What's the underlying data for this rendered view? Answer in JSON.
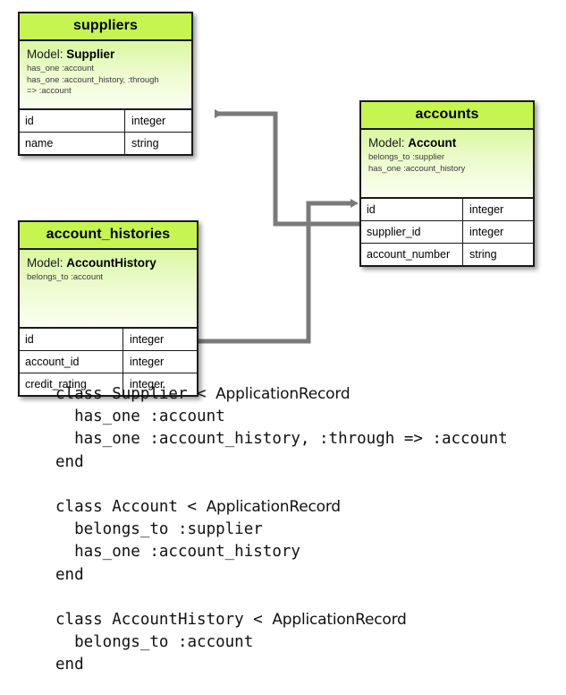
{
  "diagram": {
    "type": "entity-relationship-diagram",
    "colors": {
      "header_green": "#c6f450",
      "model_gradient_top": "#d9f7a0",
      "model_gradient_bottom": "#fbfff1",
      "border": "#1a1a1a",
      "connector": "#7a7a7a"
    },
    "tables": [
      {
        "name": "suppliers",
        "model_label": "Model:",
        "model_name": "Supplier",
        "associations": [
          "has_one :account",
          "has_one :account_history, :through",
          "=> :account"
        ],
        "fields": [
          {
            "name": "id",
            "type": "integer"
          },
          {
            "name": "name",
            "type": "string"
          }
        ]
      },
      {
        "name": "accounts",
        "model_label": "Model:",
        "model_name": "Account",
        "associations": [
          "belongs_to :supplier",
          "has_one :account_history"
        ],
        "fields": [
          {
            "name": "id",
            "type": "integer"
          },
          {
            "name": "supplier_id",
            "type": "integer"
          },
          {
            "name": "account_number",
            "type": "string"
          }
        ]
      },
      {
        "name": "account_histories",
        "model_label": "Model:",
        "model_name": "AccountHistory",
        "associations": [
          "belongs_to :account"
        ],
        "fields": [
          {
            "name": "id",
            "type": "integer"
          },
          {
            "name": "account_id",
            "type": "integer"
          },
          {
            "name": "credit_rating",
            "type": "integer"
          }
        ]
      }
    ],
    "relationships": [
      {
        "from": "accounts.supplier_id",
        "to": "suppliers.id",
        "arrow": "to-suppliers"
      },
      {
        "from": "account_histories.account_id",
        "to": "accounts.id",
        "arrow": "to-accounts"
      }
    ]
  },
  "code": {
    "language": "ruby",
    "superclass": "ApplicationRecord",
    "lines": [
      [
        {
          "t": "class Supplier < "
        },
        {
          "t": "ApplicationRecord",
          "cls": "klass"
        }
      ],
      [
        {
          "t": "  has_one :account"
        }
      ],
      [
        {
          "t": "  has_one :account_history, :through => :account"
        }
      ],
      [
        {
          "t": "end"
        }
      ],
      [
        {
          "t": ""
        }
      ],
      [
        {
          "t": "class Account < "
        },
        {
          "t": "ApplicationRecord",
          "cls": "klass"
        }
      ],
      [
        {
          "t": "  belongs_to :supplier"
        }
      ],
      [
        {
          "t": "  has_one :account_history"
        }
      ],
      [
        {
          "t": "end"
        }
      ],
      [
        {
          "t": ""
        }
      ],
      [
        {
          "t": "class AccountHistory < "
        },
        {
          "t": "ApplicationRecord",
          "cls": "klass"
        }
      ],
      [
        {
          "t": "  belongs_to :account"
        }
      ],
      [
        {
          "t": "end"
        }
      ]
    ]
  }
}
